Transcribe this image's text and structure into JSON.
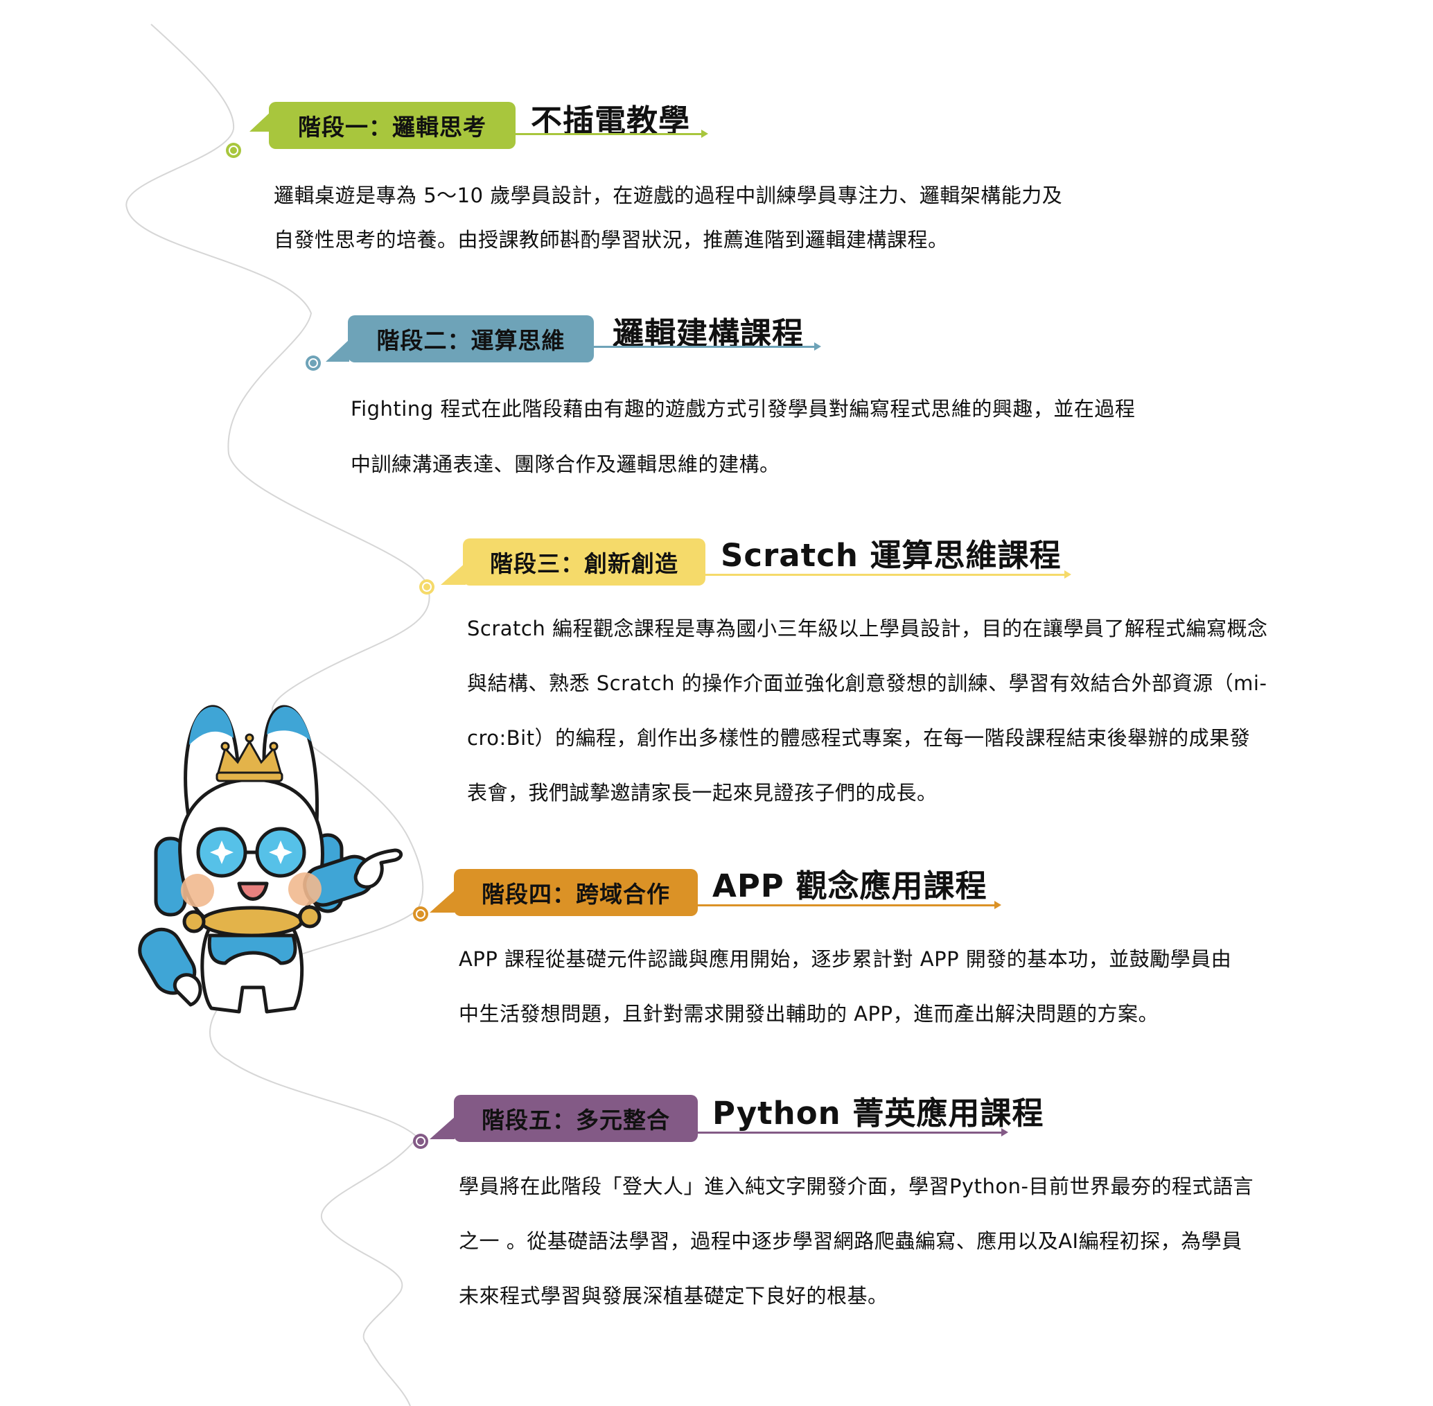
{
  "colors": {
    "stage1": "#a8c63d",
    "stage2": "#6ea3b8",
    "stage3": "#f5da6a",
    "stage4": "#db9226",
    "stage5": "#835a86",
    "curve": "#d6d6d6",
    "text": "#111111"
  },
  "stages": [
    {
      "badge": "階段一：邏輯思考",
      "headline": "不插電教學",
      "lines": [
        "邏輯桌遊是專為 5～10 歲學員設計，在遊戲的過程中訓練學員專注力、邏輯架構能力及",
        "自發性思考的培養。由授課教師斟酌學習狀況，推薦進階到邏輯建構課程。"
      ]
    },
    {
      "badge": "階段二：運算思維",
      "headline": "邏輯建構課程",
      "lines": [
        "Fighting 程式在此階段藉由有趣的遊戲方式引發學員對編寫程式思維的興趣，並在過程",
        "中訓練溝通表達、團隊合作及邏輯思維的建構。"
      ]
    },
    {
      "badge": "階段三：創新創造",
      "headline": "Scratch  運算思維課程",
      "lines": [
        "Scratch 編程觀念課程是專為國小三年級以上學員設計，目的在讓學員了解程式編寫概念",
        "與結構、熟悉 Scratch 的操作介面並強化創意發想的訓練、學習有效結合外部資源（mi-",
        "cro:Bit）的編程，創作出多樣性的體感程式專案，在每一階段課程結束後舉辦的成果發",
        "表會，我們誠摯邀請家長一起來見證孩子們的成長。"
      ]
    },
    {
      "badge": "階段四：跨域合作",
      "headline": "APP  觀念應用課程",
      "lines": [
        "APP 課程從基礎元件認識與應用開始，逐步累計對 APP 開發的基本功，並鼓勵學員由",
        "中生活發想問題，且針對需求開發出輔助的 APP，進而產出解決問題的方案。"
      ]
    },
    {
      "badge": "階段五：多元整合",
      "headline": "Python  菁英應用課程",
      "lines": [
        "學員將在此階段「登大人」進入純文字開發介面，學習Python-目前世界最夯的程式語言",
        "之一 。從基礎語法學習，過程中逐步學習網路爬蟲編寫、應用以及AI編程初探，為學員",
        "未來程式學習與發展深植基礎定下良好的根基。"
      ]
    }
  ],
  "mascot": {
    "icon": "robot-mascot-pointing"
  }
}
